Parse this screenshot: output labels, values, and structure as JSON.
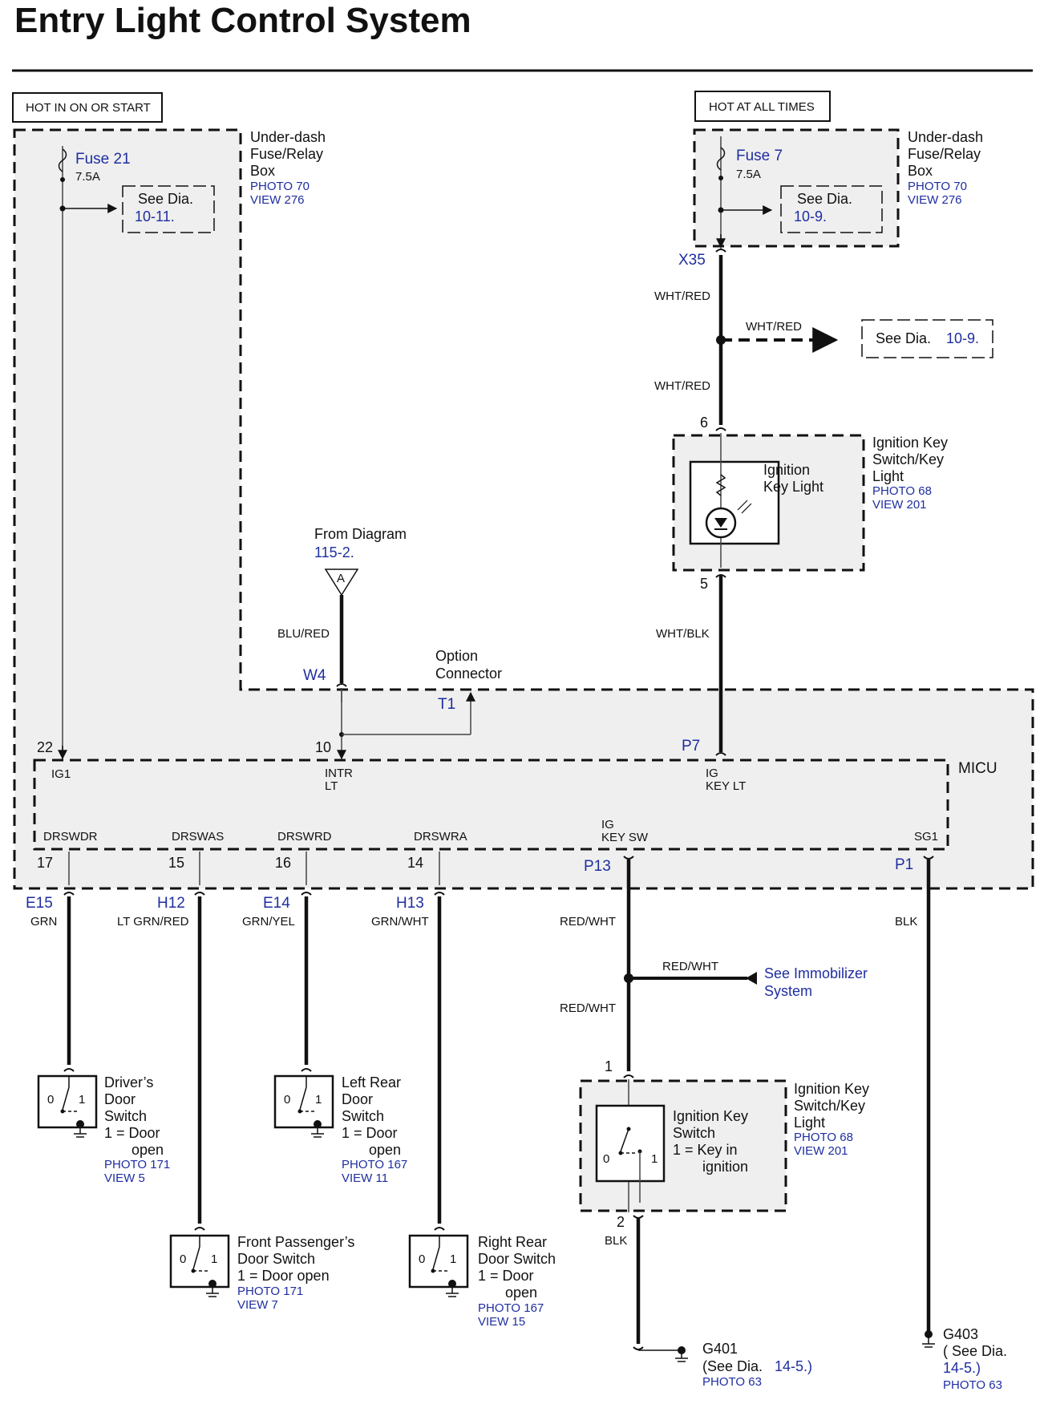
{
  "title": "Entry Light Control System",
  "power": {
    "left_label": "HOT IN ON OR START",
    "right_label": "HOT AT ALL TIMES"
  },
  "fuse_box": {
    "name_line1": "Under-dash",
    "name_line2": "Fuse/Relay",
    "name_line3": "Box",
    "photo": "PHOTO 70",
    "view": "VIEW 276"
  },
  "fuse21": {
    "name": "Fuse 21",
    "rating": "7.5A",
    "see": "See Dia.",
    "see_ref": "10-11."
  },
  "fuse7": {
    "name": "Fuse 7",
    "rating": "7.5A",
    "see": "See Dia.",
    "see_ref": "10-9."
  },
  "connectors": {
    "x35": "X35",
    "w4": "W4",
    "t1": "T1",
    "p7": "P7",
    "p13": "P13",
    "p1": "P1",
    "e15": "E15",
    "h12": "H12",
    "e14": "E14",
    "h13": "H13"
  },
  "wires": {
    "wht_red": "WHT/RED",
    "wht_blk": "WHT/BLK",
    "blu_red": "BLU/RED",
    "grn": "GRN",
    "lt_grn_red": "LT GRN/RED",
    "grn_yel": "GRN/YEL",
    "grn_wht": "GRN/WHT",
    "red_wht": "RED/WHT",
    "blk": "BLK"
  },
  "see_dia_mid": {
    "text": "See Dia.",
    "ref": "10-9."
  },
  "ign_light": {
    "pin_top": "6",
    "pin_bottom": "5",
    "inner1": "Ignition",
    "inner2": "Key Light",
    "name1": "Ignition Key",
    "name2": "Switch/Key",
    "name3": "Light",
    "photo": "PHOTO 68",
    "view": "VIEW 201"
  },
  "from_diagram": {
    "text": "From Diagram",
    "ref": "115-2.",
    "marker": "A"
  },
  "option_connector": {
    "line1": "Option",
    "line2": "Connector"
  },
  "micu": {
    "name": "MICU",
    "pins_top": [
      "22",
      "10"
    ],
    "ig1": "IG1",
    "intr": "INTR",
    "lt": "LT",
    "ig": "IG",
    "key_lt": "KEY LT",
    "drswdr": "DRSWDR",
    "drswas": "DRSWAS",
    "drswrd": "DRSWRD",
    "drswra": "DRSWRA",
    "key_sw": "KEY SW",
    "sg1": "SG1",
    "pins_bottom": [
      "17",
      "15",
      "16",
      "14"
    ]
  },
  "immobilizer": {
    "line1": "See Immobilizer",
    "line2": "System"
  },
  "drivers_switch": {
    "l1": "Driver’s",
    "l2": "Door",
    "l3": "Switch",
    "l4": "1 = Door",
    "l5": "open",
    "photo": "PHOTO 171",
    "view": "VIEW 5"
  },
  "left_rear_switch": {
    "l1": "Left Rear",
    "l2": "Door",
    "l3": "Switch",
    "l4": "1 = Door",
    "l5": "open",
    "photo": "PHOTO 167",
    "view": "VIEW 11"
  },
  "front_pass_switch": {
    "l1": "Front Passenger’s",
    "l2": "Door Switch",
    "l3": "1 = Door open",
    "photo": "PHOTO 171",
    "view": "VIEW 7"
  },
  "right_rear_switch": {
    "l1": "Right Rear",
    "l2": "Door Switch",
    "l3": "1 = Door",
    "l4": "open",
    "photo": "PHOTO 167",
    "view": "VIEW 15"
  },
  "ign_switch": {
    "pin_top": "1",
    "pin_bottom": "2",
    "inner1": "Ignition Key",
    "inner2": "Switch",
    "inner3": "1 =  Key in",
    "inner4": "ignition",
    "name1": "Ignition Key",
    "name2": "Switch/Key",
    "name3": "Light",
    "photo": "PHOTO 68",
    "view": "VIEW 201"
  },
  "g401": {
    "name": "G401",
    "see": "(See Dia.",
    "ref": "14-5.)",
    "photo": "PHOTO 63"
  },
  "g403": {
    "name": "G403",
    "see": "( See Dia.",
    "ref": "14-5.)",
    "photo": "PHOTO 63"
  },
  "switch_pos": {
    "zero": "0",
    "one": "1"
  }
}
